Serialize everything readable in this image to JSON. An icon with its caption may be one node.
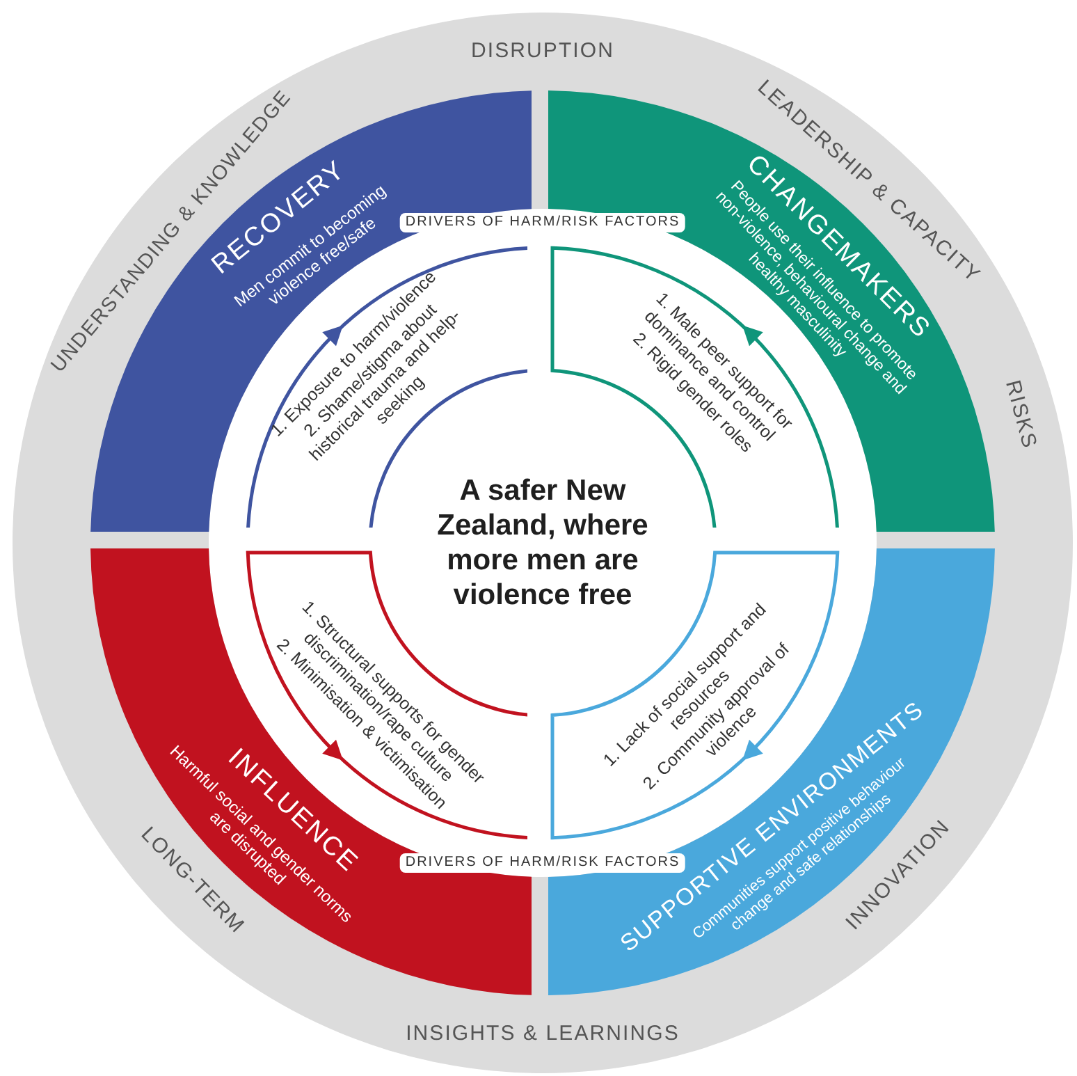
{
  "diagram": {
    "nodes": [
      {
        "text": [],
        "shape": "circle"
      },
      {
        "text": [
          "RECOVERY",
          "Men commit to becoming violence free/safe"
        ],
        "in": 0
      },
      {
        "text": [
          "CHANGEMAKERS",
          "People use their influence to promote non-violence, behavioural change and healthy masculinity"
        ],
        "in": 0
      },
      {
        "text": [
          "INFLUENCE",
          "Harmful social and gender norms are disrupted"
        ],
        "in": 0
      },
      {
        "text": [
          "SUPPORTIVE ENVIRONMENTS",
          "Communities support positive behaviour change and safe relationships"
        ],
        "in": 0
      },
      {
        "text": [
          "1. Exposure to harm/violence",
          "2. Shame/stigma about historical trauma and help-seeking"
        ],
        "in": 0
      },
      {
        "text": [
          "1. Male peer support for dominance and control",
          "2. Rigid gender roles"
        ],
        "in": 0
      },
      {
        "text": [
          "1. Structural supports for gender discrimination/rape culture",
          "2. Minimisation & victimisation"
        ],
        "in": 0
      },
      {
        "text": [
          "1. Lack of social support and resources",
          "2. Community approval of violence"
        ],
        "in": 0
      }
    ],
    "labels": [
      "DISRUPTION",
      "LEADERSHIP & CAPACITY",
      "RISKS",
      "INNOVATION",
      "INSIGHTS & LEARNINGS",
      "LONG-TERM",
      "UNDERSTANDING & KNOWLEDGE",
      "DRIVERS OF HARM/RISK FACTORS",
      "A safer New Zealand, where more men are violence free",
      "DRIVERS OF HARM/RISK FACTORS"
    ]
  }
}
